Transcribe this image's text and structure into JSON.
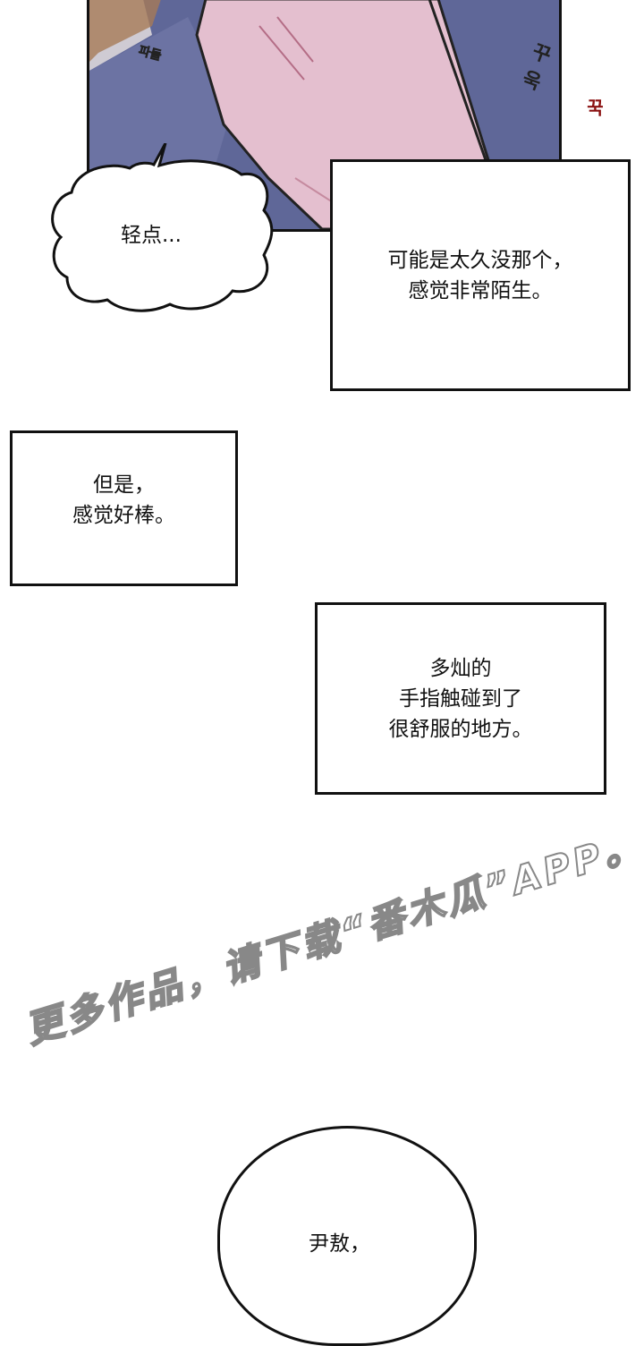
{
  "panel": {
    "sfx": [
      "파들",
      "꾸욱",
      "꾹"
    ]
  },
  "speech_bubble_1": "轻点...",
  "caption_1": [
    "可能是太久没那个，",
    "感觉非常陌生。"
  ],
  "caption_2": [
    "但是，",
    "感觉好棒。"
  ],
  "caption_3": [
    "多灿的",
    "手指触碰到了",
    "很舒服的地方。"
  ],
  "watermark": "更多作品，请下载“番木瓜”APP。",
  "speech_bubble_2": "尹敖，",
  "colors": {
    "cloth": "#5f6798",
    "skin": "#e6c0cf",
    "sfx_red": "#8a1010"
  }
}
